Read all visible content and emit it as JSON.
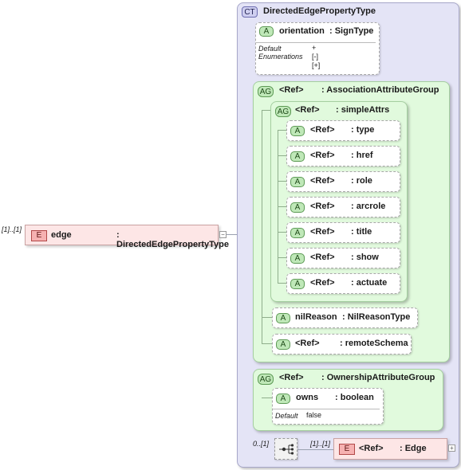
{
  "root_element": {
    "occurs": "[1]..[1]",
    "badge": "E",
    "name": "edge",
    "type": ": DirectedEdgePropertyType"
  },
  "complex_type": {
    "badge": "CT",
    "name": "DirectedEdgePropertyType"
  },
  "orientation": {
    "badge": "A",
    "name": "orientation",
    "type": ": SignType",
    "default_label": "Default",
    "default_value": "+",
    "enum_label": "Enumerations",
    "enum_values": [
      "[-]",
      "[+]"
    ]
  },
  "association_group": {
    "badge": "AG",
    "ref": "<Ref>",
    "name": ": AssociationAttributeGroup",
    "simple_attrs": {
      "badge": "AG",
      "ref": "<Ref>",
      "name": ": simpleAttrs",
      "items": [
        {
          "badge": "A",
          "ref": "<Ref>",
          "name": ": type"
        },
        {
          "badge": "A",
          "ref": "<Ref>",
          "name": ": href"
        },
        {
          "badge": "A",
          "ref": "<Ref>",
          "name": ": role"
        },
        {
          "badge": "A",
          "ref": "<Ref>",
          "name": ": arcrole"
        },
        {
          "badge": "A",
          "ref": "<Ref>",
          "name": ": title"
        },
        {
          "badge": "A",
          "ref": "<Ref>",
          "name": ": show"
        },
        {
          "badge": "A",
          "ref": "<Ref>",
          "name": ": actuate"
        }
      ]
    },
    "nil_reason": {
      "badge": "A",
      "name": "nilReason",
      "type": ": NilReasonType"
    },
    "remote_schema": {
      "badge": "A",
      "ref": "<Ref>",
      "name": ": remoteSchema"
    }
  },
  "ownership_group": {
    "badge": "AG",
    "ref": "<Ref>",
    "name": ": OwnershipAttributeGroup",
    "owns": {
      "badge": "A",
      "name": "owns",
      "type": ": boolean",
      "default_label": "Default",
      "default_value": "false"
    }
  },
  "sequence": {
    "occurs_left": "0..[1]",
    "occurs_right": "[1]..[1]",
    "element": {
      "badge": "E",
      "ref": "<Ref>",
      "name": ": Edge"
    }
  }
}
